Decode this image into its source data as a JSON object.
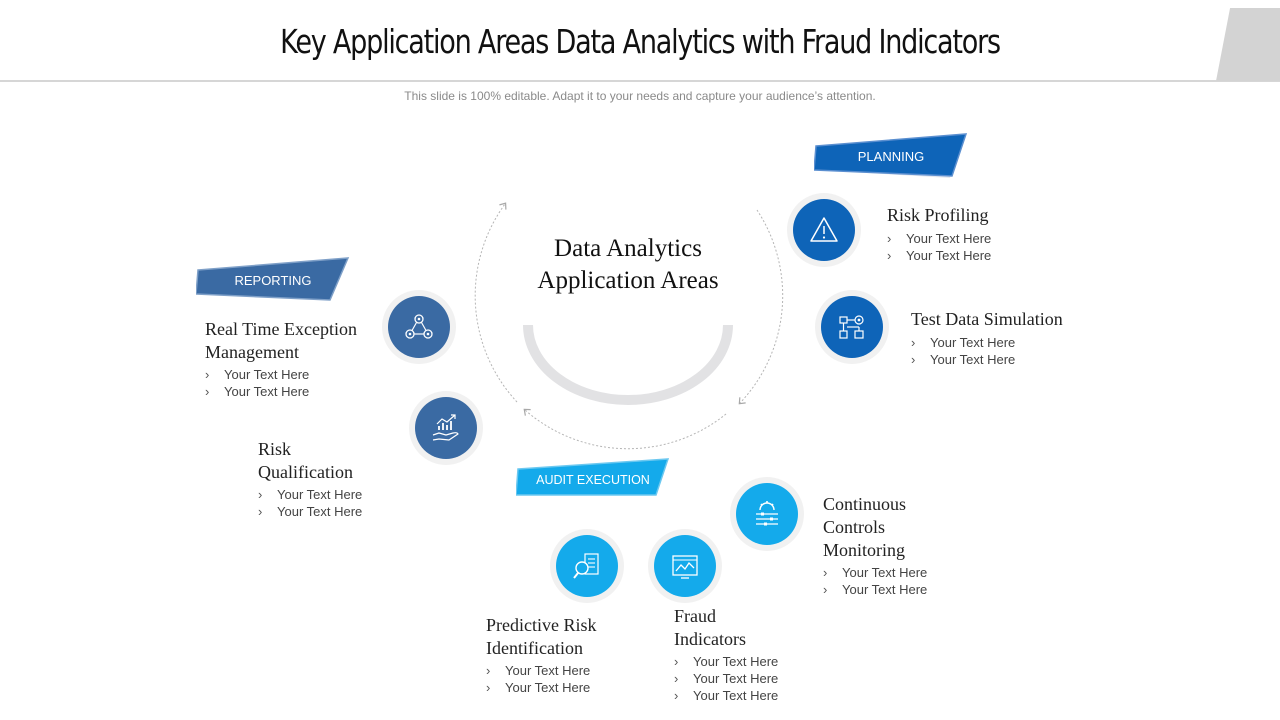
{
  "header": {
    "title": "Key Application Areas Data Analytics with Fraud Indicators",
    "subtitle": "This slide is 100% editable. Adapt it to your needs and capture your audience’s attention."
  },
  "center": {
    "title": "Data Analytics Application Areas"
  },
  "banners": {
    "planning": "PLANNING",
    "reporting": "REPORTING",
    "audit": "AUDIT EXECUTION"
  },
  "colors": {
    "dark_blue": "#0e64b8",
    "steel_blue": "#3a6aa3",
    "cyan": "#14aaeb"
  },
  "areas": [
    {
      "title": "Risk Profiling",
      "icon": "warning-icon",
      "items": [
        "Your Text Here",
        "Your Text Here"
      ]
    },
    {
      "title": "Test Data Simulation",
      "icon": "flowchart-icon",
      "items": [
        "Your Text Here",
        "Your Text Here"
      ]
    },
    {
      "title": "Real Time Exception Management",
      "icon": "gears-network-icon",
      "items": [
        "Your Text Here",
        "Your Text Here"
      ]
    },
    {
      "title": "Risk Qualification",
      "icon": "hand-chart-icon",
      "items": [
        "Your Text Here",
        "Your Text Here"
      ]
    },
    {
      "title": "Continuous Controls Monitoring",
      "icon": "gear-sliders-icon",
      "items": [
        "Your Text Here",
        "Your Text Here"
      ]
    },
    {
      "title": "Predictive Risk Identification",
      "icon": "magnifier-report-icon",
      "items": [
        "Your Text Here",
        "Your Text Here"
      ]
    },
    {
      "title": "Fraud Indicators",
      "icon": "monitor-chart-icon",
      "items": [
        "Your Text Here",
        "Your Text Here",
        "Your Text Here"
      ]
    }
  ]
}
